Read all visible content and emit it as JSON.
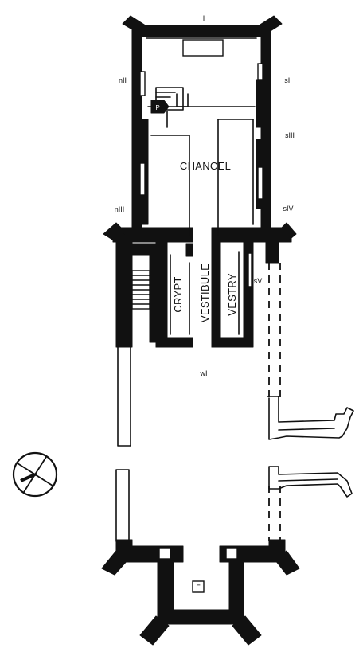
{
  "rooms": {
    "chancel": "CHANCEL",
    "crypt": "CRYPT",
    "vestibule": "VESTIBULE",
    "vestry": "VESTRY"
  },
  "windows": {
    "east": "I",
    "n2": "nII",
    "n3": "nIII",
    "s2": "sII",
    "s3": "sIII",
    "s4": "sIV",
    "s5": "sV",
    "w1": "wI"
  },
  "markers": {
    "pulpit": "P",
    "font": "F"
  },
  "colors": {
    "ink": "#111111",
    "paper": "#ffffff"
  },
  "icons": {
    "north_point": "compass-icon"
  }
}
